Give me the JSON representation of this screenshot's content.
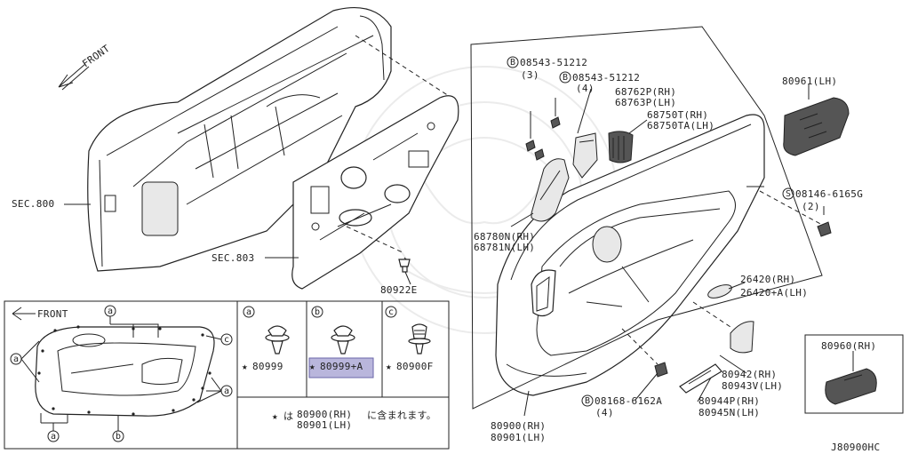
{
  "front_label_main": "FRONT",
  "front_label_inset": "FRONT",
  "sec_800": "SEC.800",
  "sec_803": "SEC.803",
  "p80922E": "80922E",
  "bolt_08543_a": "08543-51212",
  "bolt_08543_a_qty": "(3)",
  "bolt_08543_b": "08543-51212",
  "bolt_08543_b_qty": "(4)",
  "p68762P": "68762P(RH)",
  "p68763P": "68763P(LH)",
  "p68750T": "68750T(RH)",
  "p68750TA": "68750TA(LH)",
  "p68780N": "68780N(RH)",
  "p68781N": "68781N(LH)",
  "p80961": "80961(LH)",
  "screw_08146": "08146-6165G",
  "screw_08146_qty": "(2)",
  "p26420": "26420(RH)",
  "p26420A": "26420+A(LH)",
  "p80942": "80942(RH)",
  "p80943V": "80943V(LH)",
  "bolt_08168": "08168-6162A",
  "bolt_08168_qty": "(4)",
  "p80944P": "80944P(RH)",
  "p80945N": "80945N(LH)",
  "p80900": "80900(RH)",
  "p80901": "80901(LH)",
  "p80960": "80960(RH)",
  "diagram_id": "J80900HC",
  "clip_a_code": "80999",
  "clip_b_code": "80999+A",
  "clip_c_code": "80900F",
  "note_star": "★",
  "note_line1_part": "80900(RH)",
  "note_line1_text": "に含まれます。",
  "note_line2_part": "80901(LH)",
  "note_prefix": "は",
  "circle_a": "a",
  "circle_b": "b",
  "circle_c": "c",
  "circle_B": "B",
  "circle_S": "S"
}
